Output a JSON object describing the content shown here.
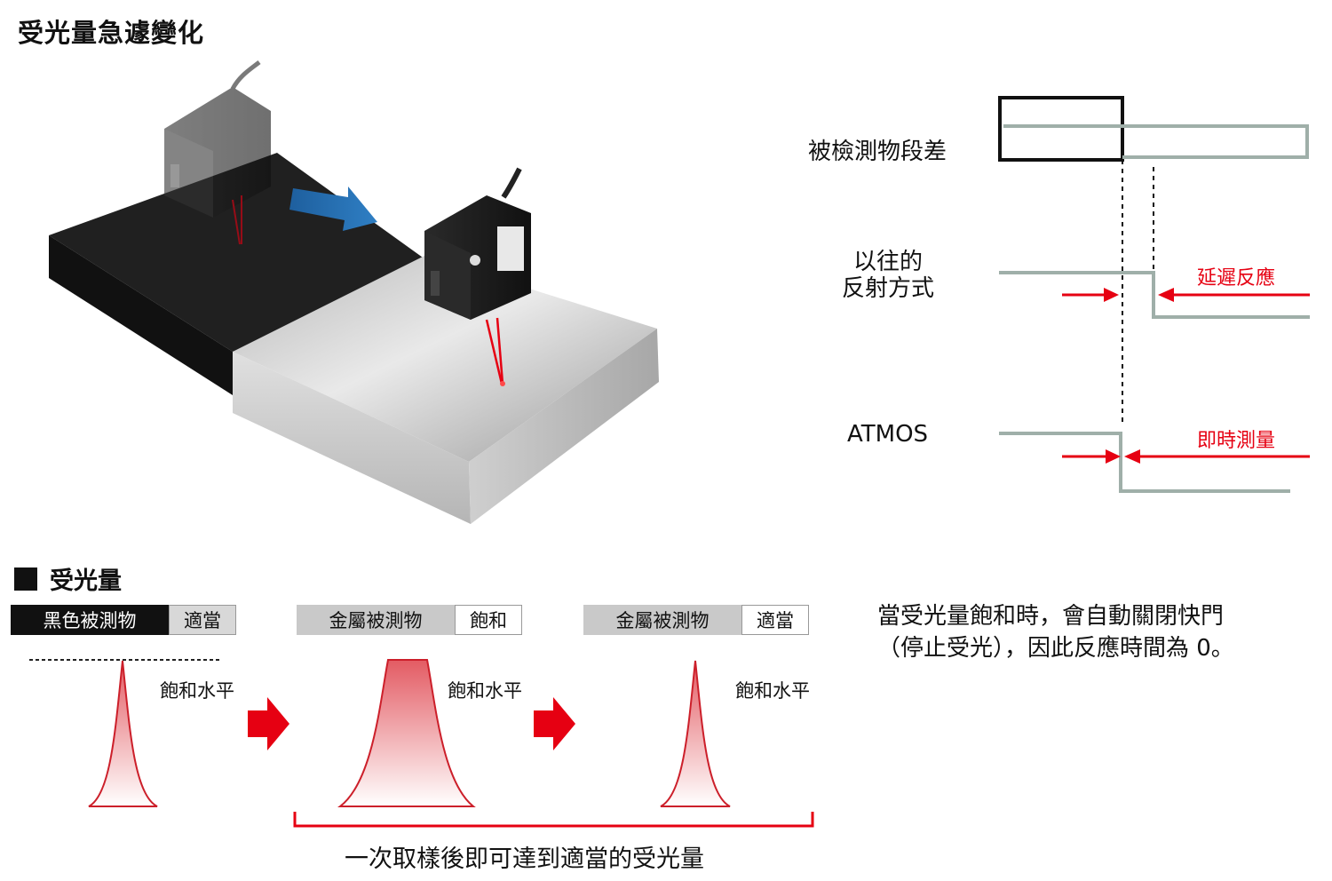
{
  "title": "受光量急遽變化",
  "timing": {
    "step_label": "被檢測物段差",
    "conventional_label_line1": "以往的",
    "conventional_label_line2": "反射方式",
    "conventional_tag": "延遲反應",
    "atmos_label": "ATMOS",
    "atmos_tag": "即時測量"
  },
  "light_section": {
    "title": "受光量",
    "panels": [
      {
        "object": "黑色被測物",
        "status": "適當",
        "level_label": "飽和水平"
      },
      {
        "object": "金屬被測物",
        "status": "飽和",
        "level_label": "飽和水平"
      },
      {
        "object": "金屬被測物",
        "status": "適當",
        "level_label": "飽和水平"
      }
    ],
    "caption": "一次取樣後即可達到適當的受光量"
  },
  "note_line1": "當受光量飽和時，會自動關閉快門",
  "note_line2": "（停止受光），因此反應時間為 0。",
  "colors": {
    "accent_red": "#e60012",
    "signal_gray": "#9fafa9"
  }
}
